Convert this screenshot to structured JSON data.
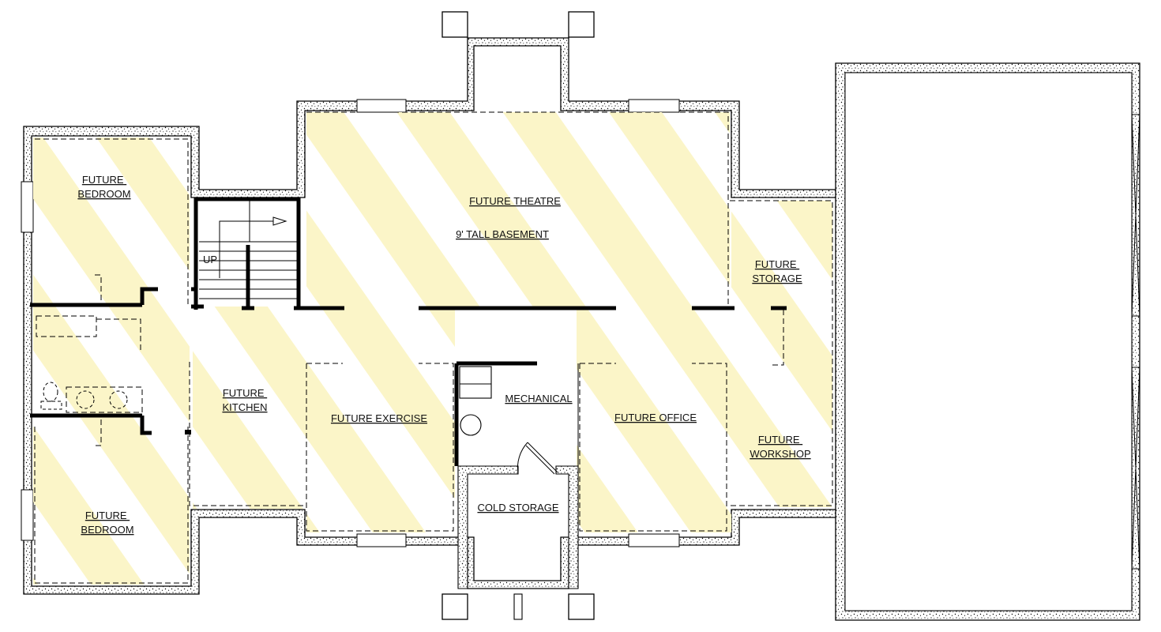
{
  "floor_plan": {
    "rooms": [
      {
        "id": "bedroom-top",
        "lines": [
          "FUTURE",
          "BEDROOM"
        ]
      },
      {
        "id": "theatre",
        "lines": [
          "FUTURE THEATRE"
        ]
      },
      {
        "id": "basement-note",
        "lines": [
          "9' TALL BASEMENT"
        ]
      },
      {
        "id": "storage",
        "lines": [
          "FUTURE",
          "STORAGE"
        ]
      },
      {
        "id": "kitchen",
        "lines": [
          "FUTURE",
          "KITCHEN"
        ]
      },
      {
        "id": "exercise",
        "lines": [
          "FUTURE EXERCISE"
        ]
      },
      {
        "id": "mechanical",
        "lines": [
          "MECHANICAL"
        ]
      },
      {
        "id": "office",
        "lines": [
          "FUTURE OFFICE"
        ]
      },
      {
        "id": "workshop",
        "lines": [
          "FUTURE",
          "WORKSHOP"
        ]
      },
      {
        "id": "cold-storage",
        "lines": [
          "COLD STORAGE"
        ]
      },
      {
        "id": "bedroom-bottom",
        "lines": [
          "FUTURE",
          "BEDROOM"
        ]
      }
    ],
    "stair_label": "UP",
    "colors": {
      "stripe_fill": "#fbf5c8",
      "wall_texture": "#000000",
      "line": "#000000",
      "background": "#ffffff"
    }
  }
}
